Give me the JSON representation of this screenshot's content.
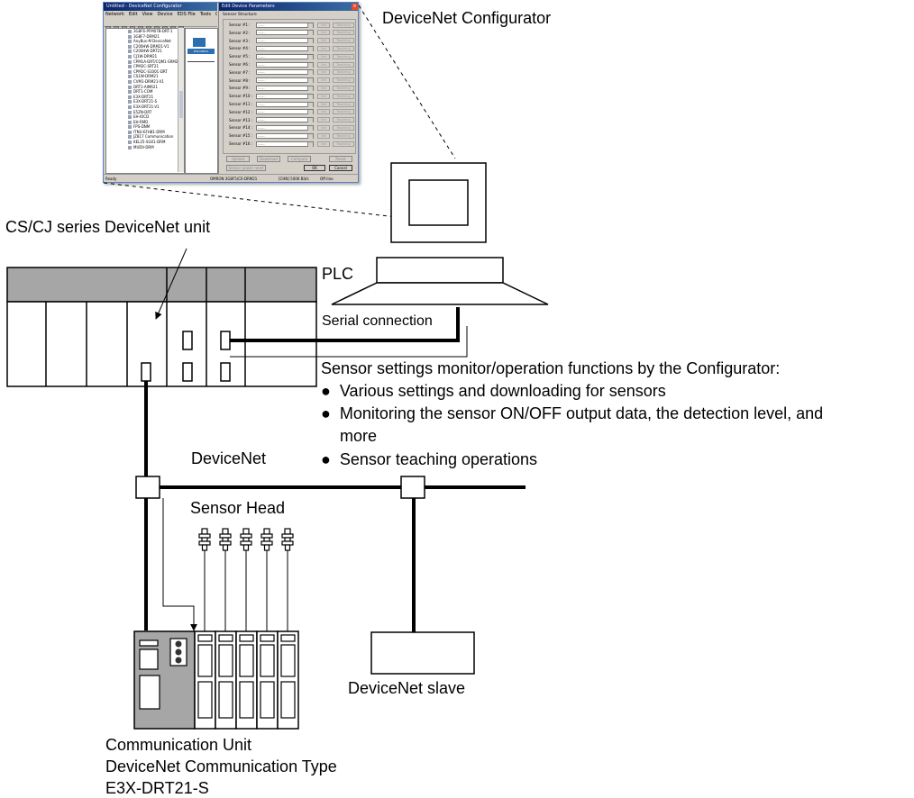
{
  "labels": {
    "configurator": "DeviceNet Configurator",
    "devicenet_unit": "CS/CJ series DeviceNet unit",
    "plc": "PLC",
    "serial_connection": "Serial connection",
    "functions_title": "Sensor settings monitor/operation functions by the Configurator:",
    "devicenet": "DeviceNet",
    "sensor_head": "Sensor Head",
    "devicenet_slave": "DeviceNet slave",
    "comm_unit_lines": [
      "Communication Unit",
      "DeviceNet Communication Type",
      "E3X-DRT21-S"
    ]
  },
  "functions": [
    {
      "bullet": "●",
      "lines": [
        "Various settings and downloading for sensors"
      ]
    },
    {
      "bullet": "●",
      "lines": [
        "Monitoring the sensor ON/OFF output data, the detection level, and",
        "more"
      ]
    },
    {
      "bullet": "●",
      "lines": [
        "Sensor teaching operations"
      ]
    }
  ],
  "screenshot": {
    "main_title": "Untitled - DeviceNet Configurator",
    "menus": [
      "Network",
      "Edit",
      "View",
      "Device",
      "EDS File",
      "Tools",
      "Option"
    ],
    "tree_items": [
      "3G8F6-PFM07B-DRT-1",
      "3G8F7-DRM21",
      "AnyBus-M DeviceNet",
      "C200HW-DRM21-V1",
      "C200HW-DRT21",
      "CJ1W-DRM21",
      "CPM1A-DRT/CQM1-SRM21",
      "CPM2C-SRT21",
      "CPM2C-S100C-DRT",
      "CS1W-DRM21",
      "CVM1-DRM21-V1",
      "DRT1-AIM621",
      "DRT1-COM",
      "E3X-DRT21",
      "E3X-DRT21-S",
      "E3X-DRT21-V1",
      "E5ZN-DRT",
      "EH-IOCD",
      "EH-RMD",
      "FPS-DNM",
      "ITNU-EFH81-DRM",
      "JZ817 Communication",
      "KEL25-SG01-DRM",
      "MUDV-DRM"
    ],
    "node_label": "E3X-DRT21",
    "dialog_title": "Edit Device Parameters",
    "tab": "Sensor Structure",
    "sensor_rows": [
      "Sensor #1 :",
      "Sensor #2 :",
      "Sensor #3 :",
      "Sensor #4 :",
      "Sensor #5 :",
      "Sensor #6 :",
      "Sensor #7 :",
      "Sensor #8 :",
      "Sensor #9 :",
      "Sensor #10 :",
      "Sensor #11 :",
      "Sensor #12 :",
      "Sensor #13 :",
      "Sensor #14 :",
      "Sensor #15 :",
      "Sensor #16 :"
    ],
    "sensor_select_value": "------",
    "set_label": "Set",
    "teaching_label": "Teaching",
    "upload_label": "Upload",
    "download_label": "Download",
    "compare_label": "Compare",
    "reset_label": "Reset",
    "sensor_power_label": "Sensor power reset",
    "ok_label": "OK",
    "cancel_label": "Cancel",
    "status_ready": "Ready",
    "status_device": "OMRON 3G8F5/CE-DRM21",
    "status_speed": "[CHN] 500K Bit/s",
    "status_mode": "Off-line"
  }
}
